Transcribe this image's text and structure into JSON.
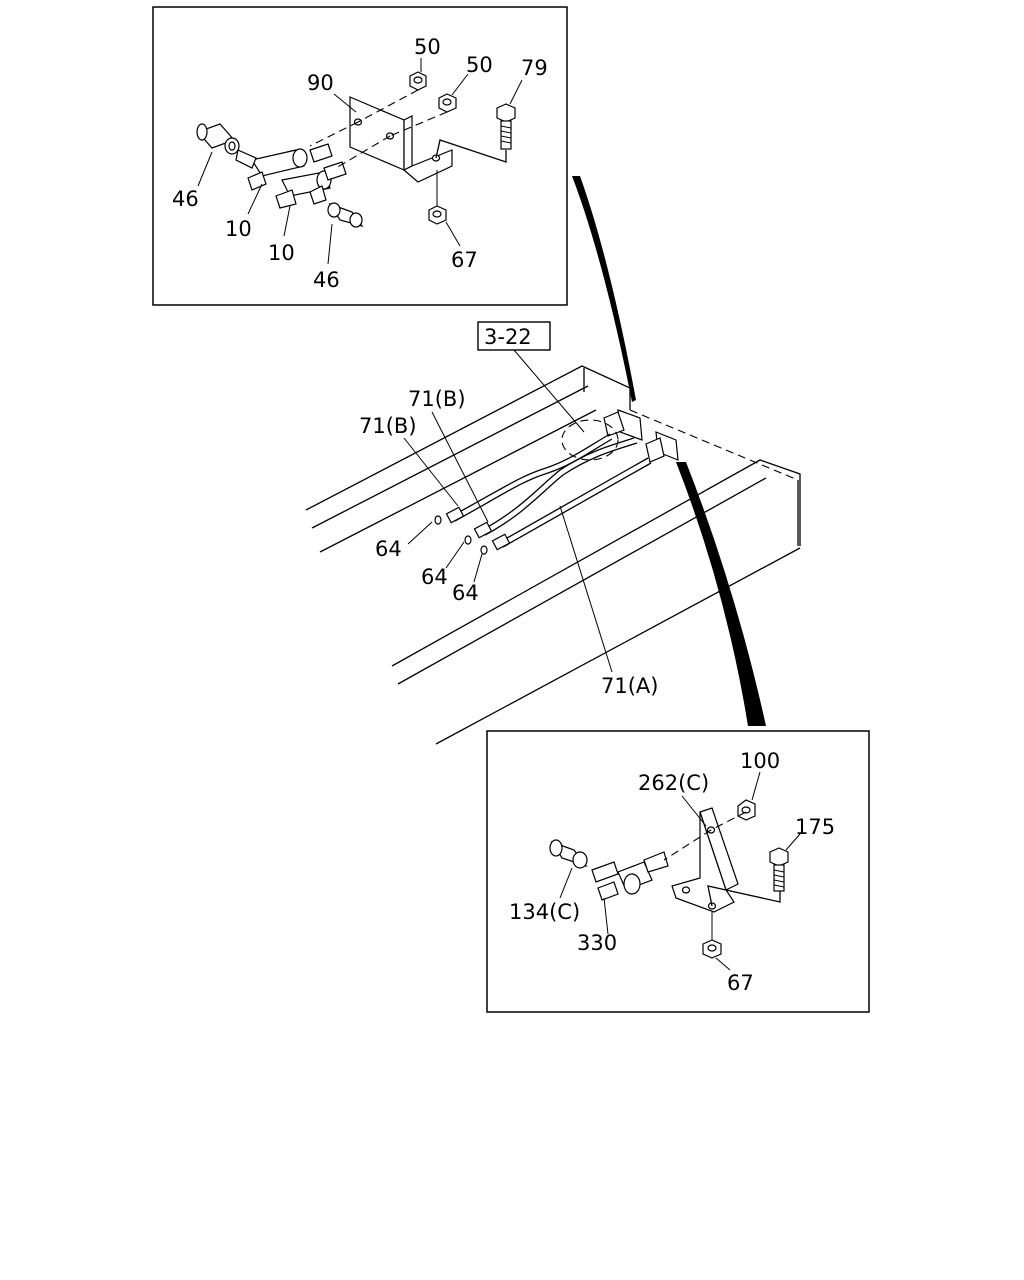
{
  "reference_box": "3-22",
  "callouts": {
    "p90": "90",
    "p50a": "50",
    "p50b": "50",
    "p79": "79",
    "p46a": "46",
    "p10a": "10",
    "p10b": "10",
    "p46b": "46",
    "p67a": "67",
    "p71b_upper": "71(B)",
    "p71b_lower": "71(B)",
    "p64a": "64",
    "p64b": "64",
    "p64c": "64",
    "p71a": "71(A)",
    "p100": "100",
    "p262c": "262(C)",
    "p175": "175",
    "p134c": "134(C)",
    "p330": "330",
    "p67b": "67"
  }
}
